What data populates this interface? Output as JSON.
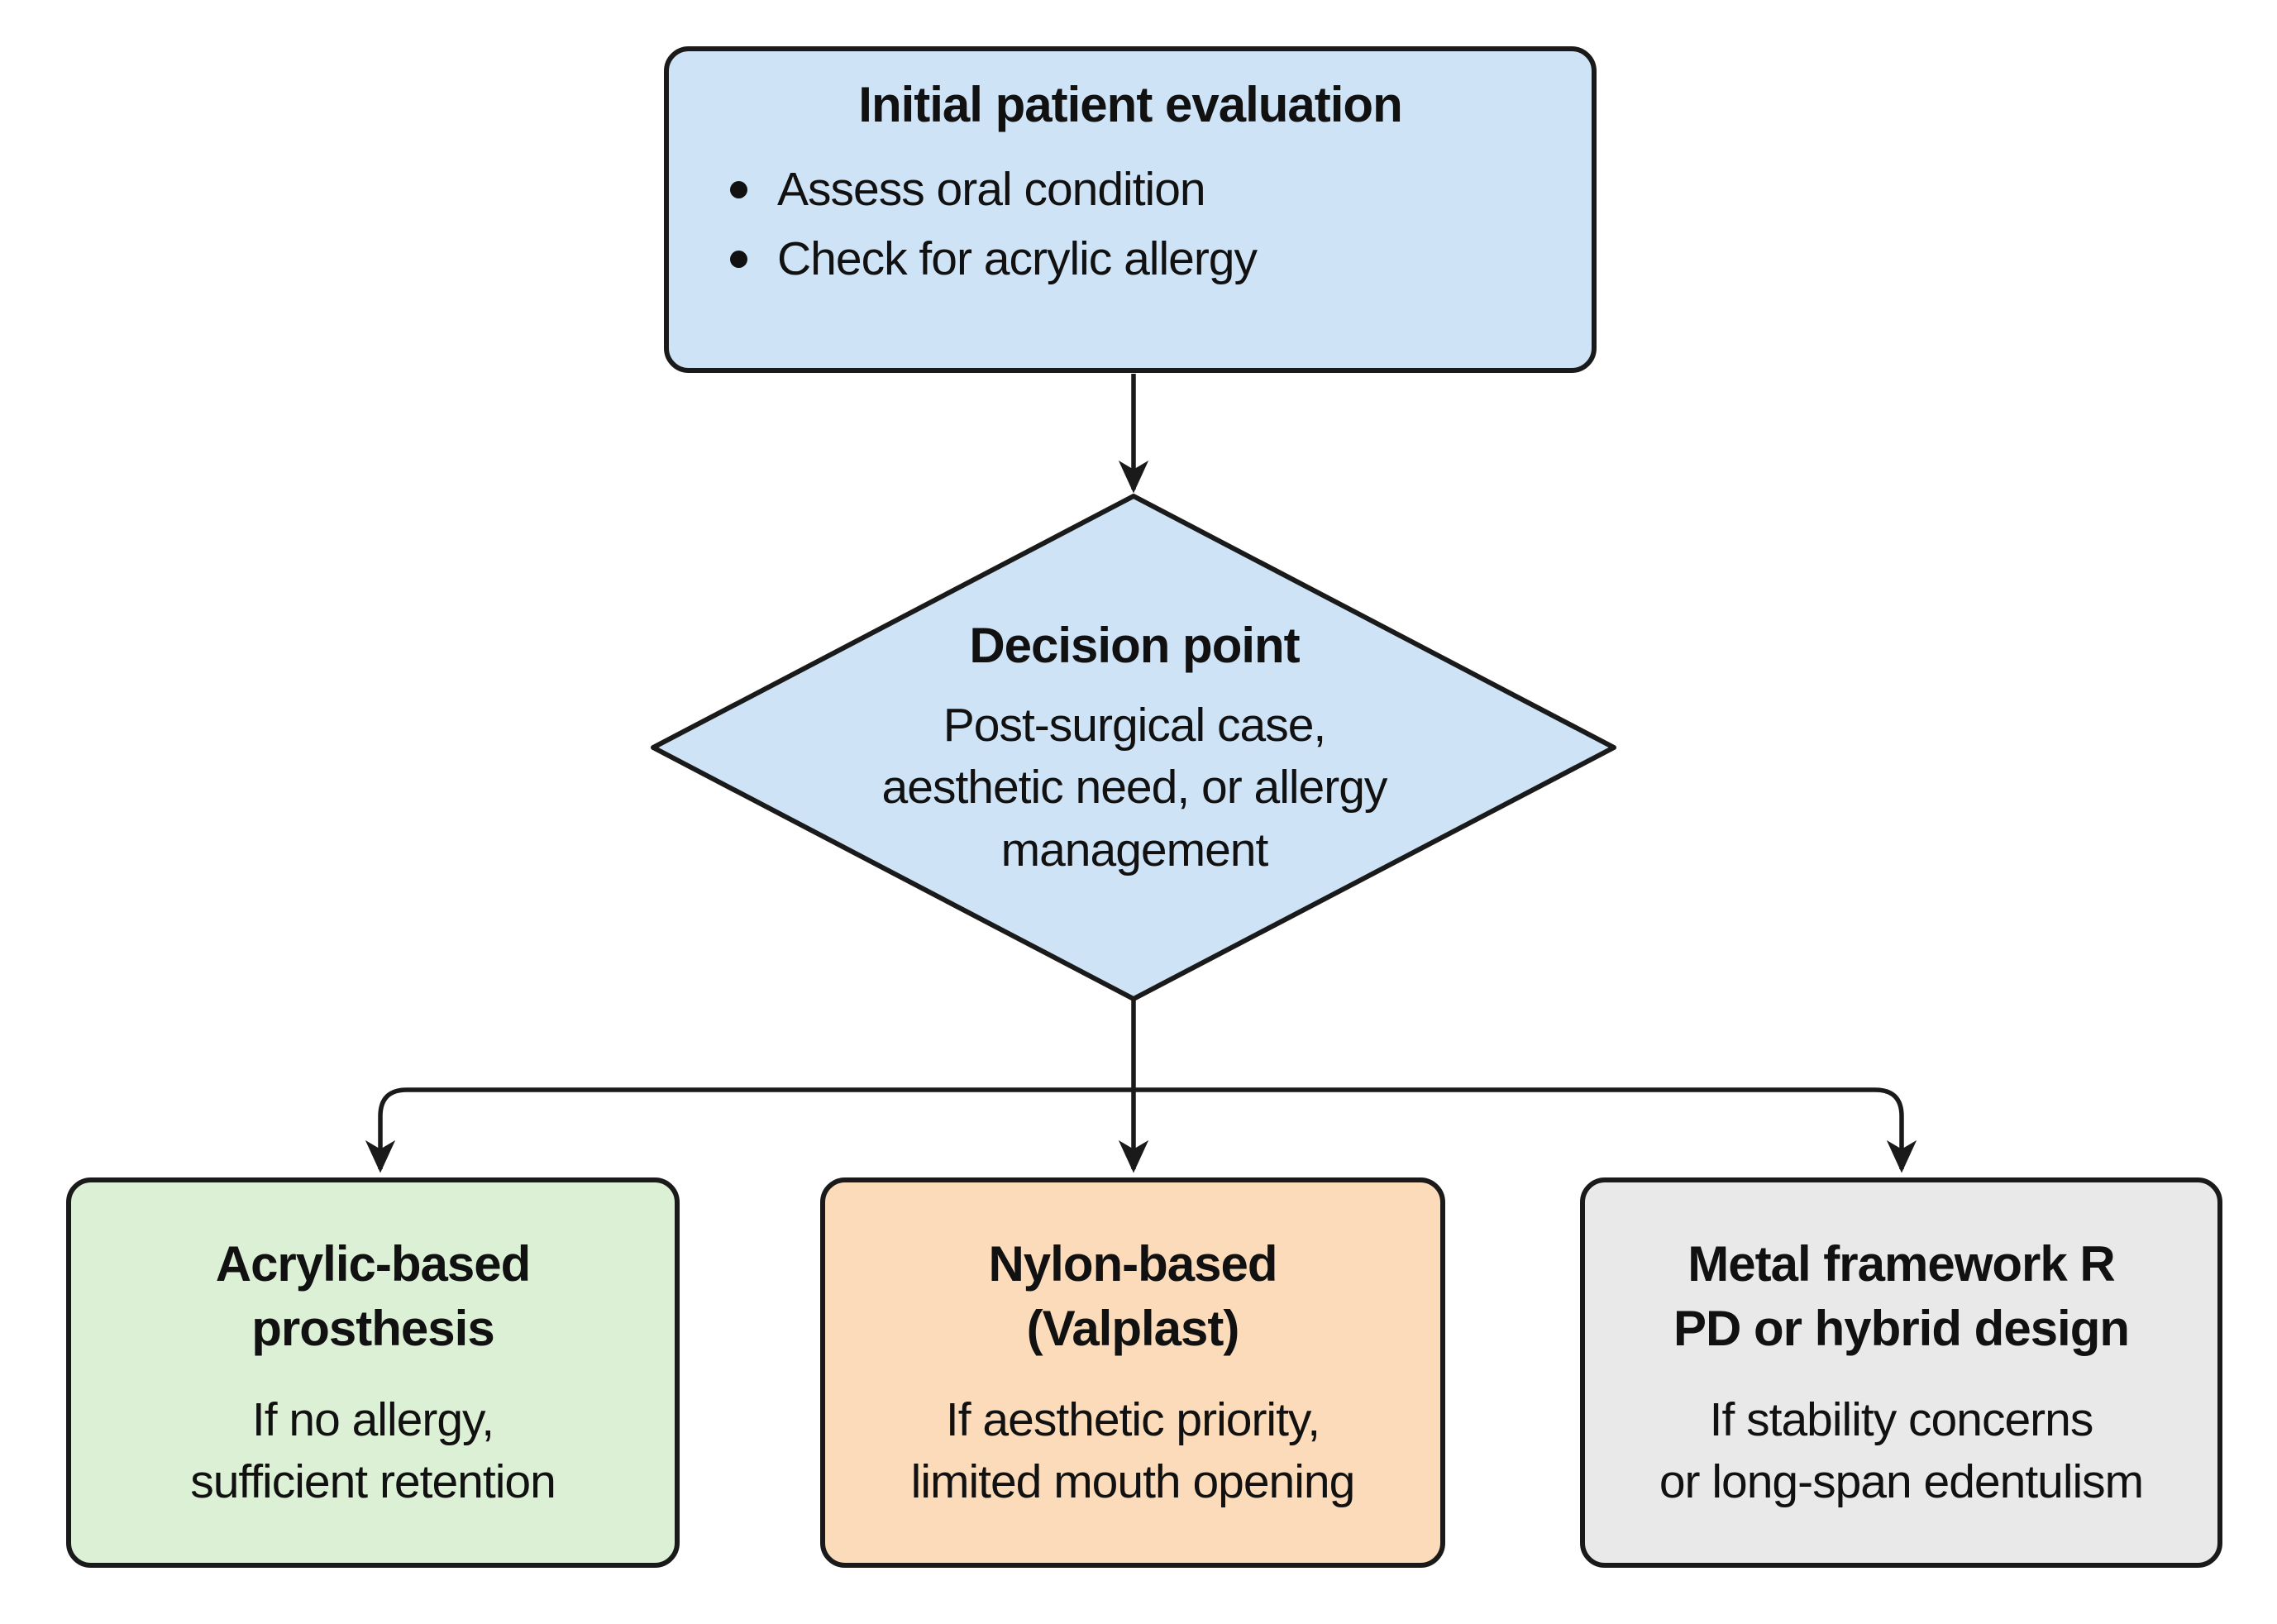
{
  "colors": {
    "background": "#ffffff",
    "line": "#1a1a1a",
    "text": "#111111"
  },
  "nodes": {
    "initial": {
      "title": "Initial patient evaluation",
      "bullets": [
        "Assess oral condition",
        "Check for acrylic allergy"
      ],
      "fill": "#cfe3f6"
    },
    "decision": {
      "title": "Decision point",
      "body": "Post-surgical case,\naesthetic need, or allergy\nmanagement",
      "fill": "#cfe3f6"
    },
    "acrylic": {
      "title": "Acrylic-based\nprosthesis",
      "body": "If no allergy,\nsufficient retention",
      "fill": "#dcf0d6"
    },
    "nylon": {
      "title": "Nylon-based\n(Valplast)",
      "body": "If aesthetic priority,\nlimited mouth opening",
      "fill": "#fbdbba"
    },
    "metal": {
      "title": "Metal framework R\nPD or hybrid design",
      "body": "If stability concerns\nor long-span edentulism",
      "fill": "#e9e9e9"
    }
  }
}
